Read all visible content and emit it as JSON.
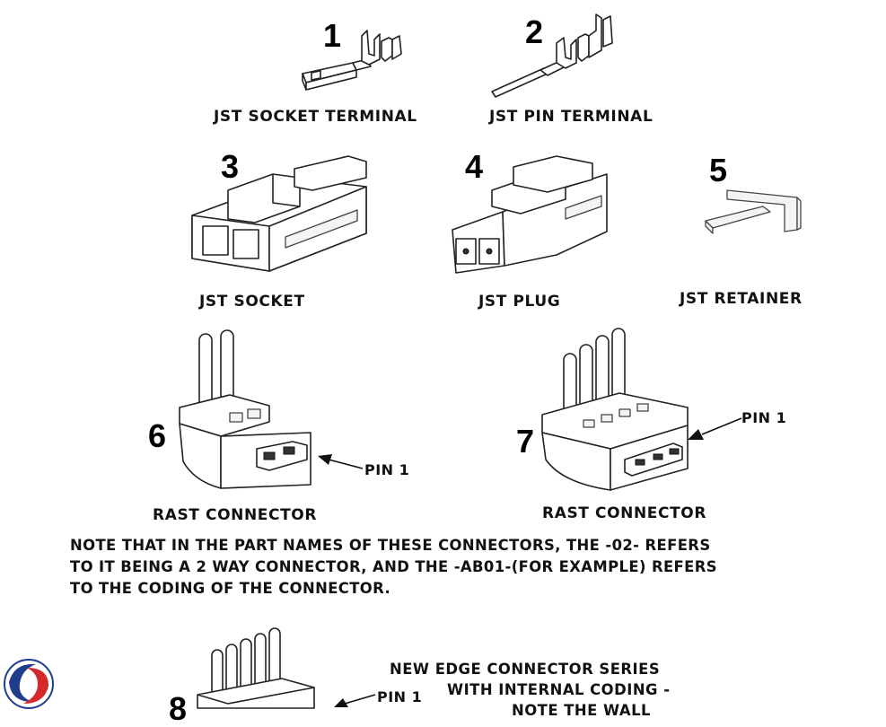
{
  "parts": [
    {
      "number": "1",
      "label": "JST SOCKET TERMINAL"
    },
    {
      "number": "2",
      "label": "JST PIN TERMINAL"
    },
    {
      "number": "3",
      "label": "JST SOCKET"
    },
    {
      "number": "4",
      "label": "JST PLUG"
    },
    {
      "number": "5",
      "label": "JST RETAINER"
    },
    {
      "number": "6",
      "label": "RAST CONNECTOR",
      "pin_label": "PIN 1"
    },
    {
      "number": "7",
      "label": "RAST CONNECTOR",
      "pin_label": "PIN 1"
    },
    {
      "number": "8",
      "pin_label": "PIN 1"
    }
  ],
  "note": {
    "lines": [
      "NOTE THAT IN THE PART NAMES OF THESE CONNECTORS, THE -02- REFERS",
      "TO IT BEING A 2 WAY CONNECTOR, AND THE -AB01-(FOR EXAMPLE) REFERS",
      "TO THE CODING OF THE CONNECTOR."
    ]
  },
  "edge_note": {
    "lines": [
      "NEW EDGE CONNECTOR SERIES",
      "WITH INTERNAL CODING -",
      "NOTE THE WALL"
    ]
  },
  "logo": {
    "icon": "swirl-logo-icon",
    "colors": [
      "#1f3d8c",
      "#d4282a"
    ]
  }
}
